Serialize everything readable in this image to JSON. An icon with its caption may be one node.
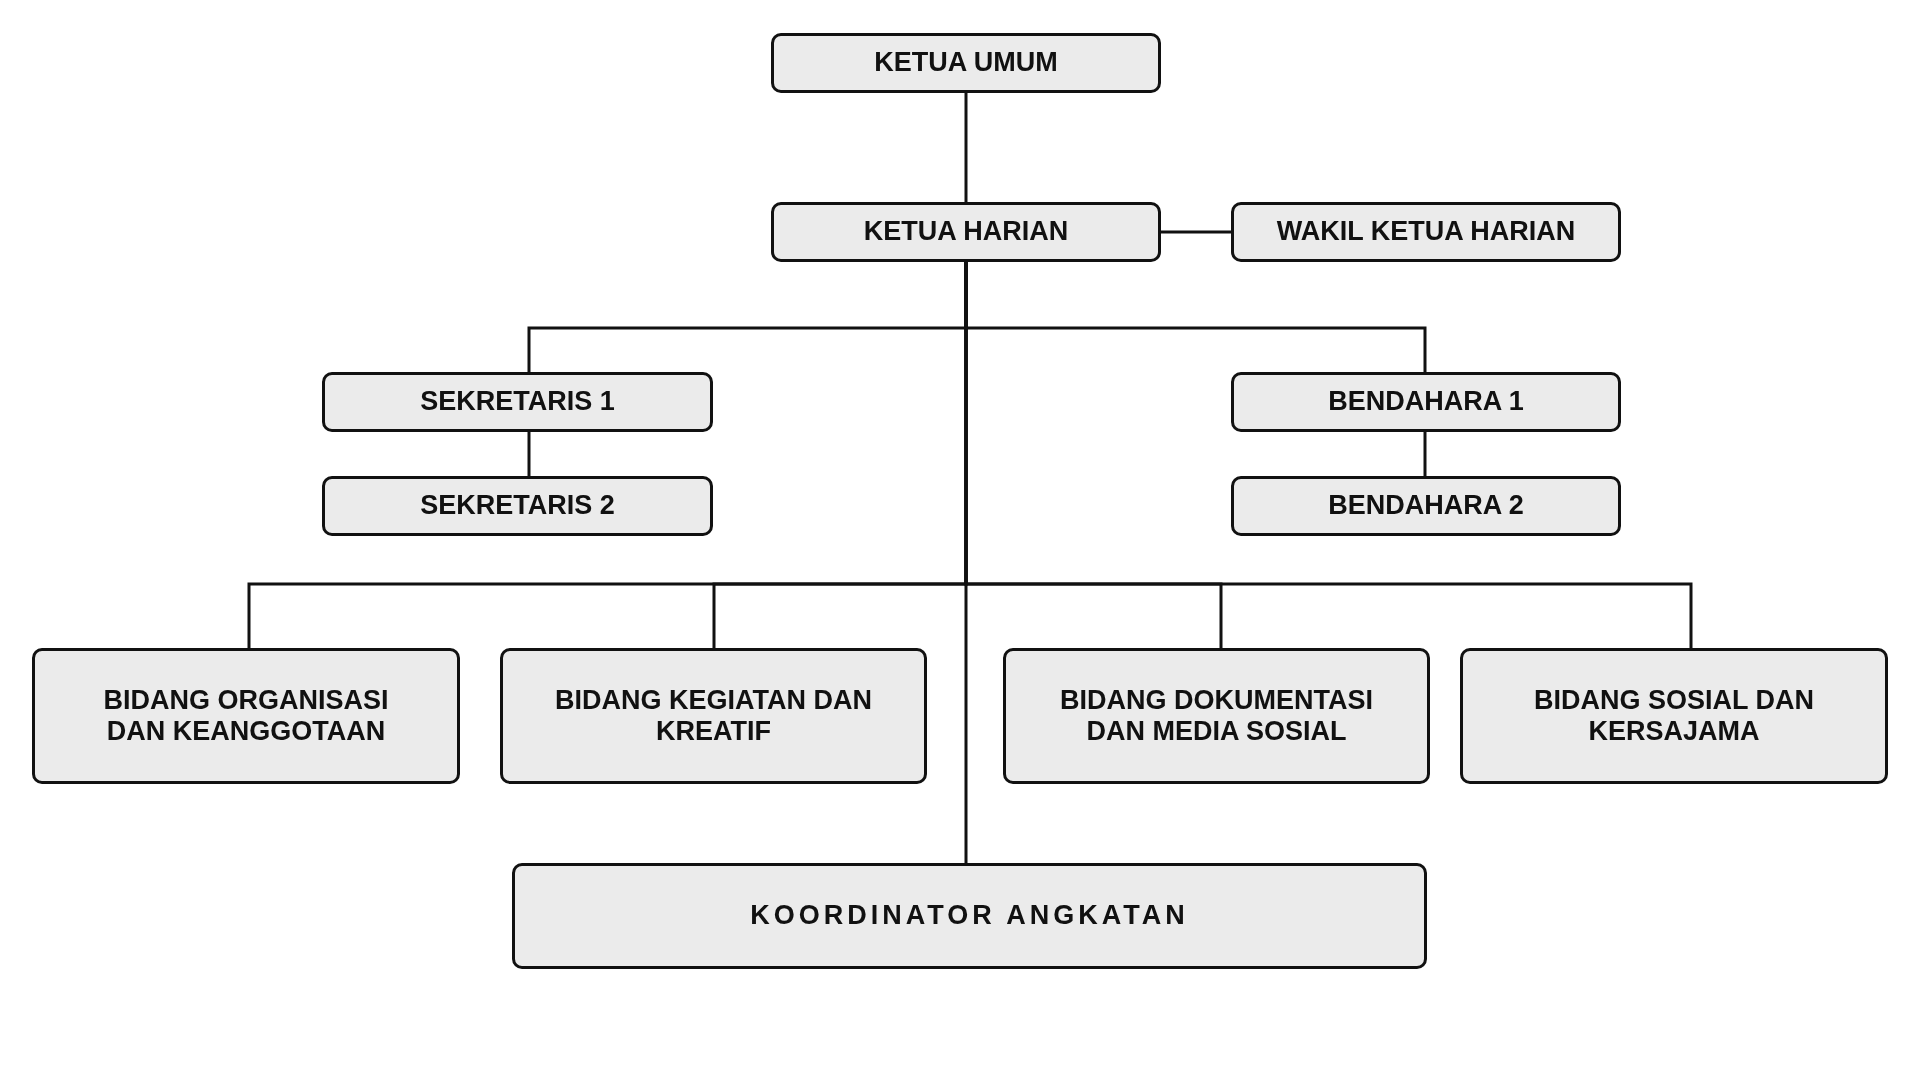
{
  "diagram": {
    "nodes": [
      {
        "text": [
          "KETUA UMUM"
        ]
      },
      {
        "text": [
          "KETUA HARIAN"
        ]
      },
      {
        "text": [
          "WAKIL KETUA HARIAN"
        ]
      },
      {
        "text": [
          "SEKRETARIS 1"
        ]
      },
      {
        "text": [
          "SEKRETARIS 2"
        ]
      },
      {
        "text": [
          "BENDAHARA 1"
        ]
      },
      {
        "text": [
          "BENDAHARA 2"
        ]
      },
      {
        "text": [
          "BIDANG ORGANISASI DAN KEANGGOTAAN"
        ]
      },
      {
        "text": [
          "BIDANG KEGIATAN DAN KREATIF"
        ]
      },
      {
        "text": [
          "BIDANG DOKUMENTASI DAN MEDIA SOSIAL"
        ]
      },
      {
        "text": [
          "BIDANG SOSIAL DAN KERSAJAMA"
        ]
      },
      {
        "text": [
          "KOORDINATOR ANGKATAN"
        ]
      }
    ],
    "edges": [
      {
        "from": 0,
        "to": 1,
        "arrow": "none"
      },
      {
        "from": 1,
        "to": 2,
        "arrow": "none"
      },
      {
        "from": 1,
        "to": 3,
        "arrow": "none"
      },
      {
        "from": 1,
        "to": 5,
        "arrow": "none"
      },
      {
        "from": 3,
        "to": 4,
        "arrow": "none"
      },
      {
        "from": 5,
        "to": 6,
        "arrow": "none"
      },
      {
        "from": 1,
        "to": 7,
        "arrow": "none"
      },
      {
        "from": 1,
        "to": 8,
        "arrow": "none"
      },
      {
        "from": 1,
        "to": 9,
        "arrow": "none"
      },
      {
        "from": 1,
        "to": 10,
        "arrow": "none"
      },
      {
        "from": 1,
        "to": 11,
        "arrow": "none"
      }
    ]
  }
}
